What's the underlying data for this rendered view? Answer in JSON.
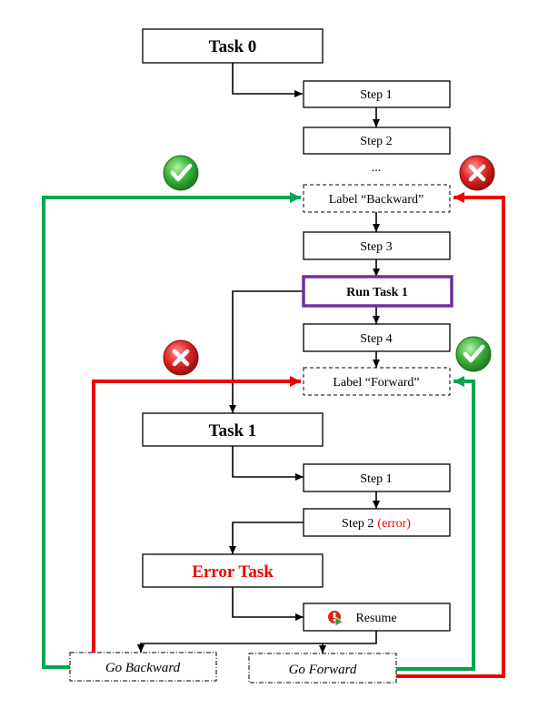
{
  "colors": {
    "success": "#00a651",
    "failure": "#ee0000",
    "highlight": "#7030a0",
    "error_text": "#ee0000"
  },
  "task0": {
    "title": "Task 0",
    "steps": [
      "Step 1",
      "Step 2"
    ],
    "ellipsis": "...",
    "label_backward": "Label “Backward”",
    "step3": "Step 3",
    "run_task": "Run Task 1",
    "step4": "Step 4",
    "label_forward": "Label “Forward”"
  },
  "task1": {
    "title": "Task 1",
    "step1": "Step 1",
    "step2": "Step 2",
    "step2_error": "(error)"
  },
  "error_task": {
    "title": "Error Task",
    "resume": "Resume",
    "resume_icon": "resume-icon"
  },
  "branches": {
    "go_backward": "Go Backward",
    "go_forward": "Go Forward"
  },
  "icons": {
    "check": "check-icon",
    "cross": "cross-icon"
  }
}
